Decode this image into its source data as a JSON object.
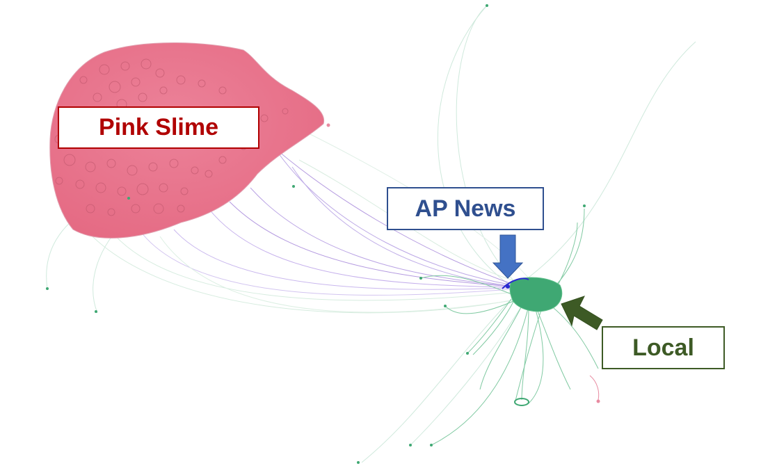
{
  "labels": {
    "pink_slime": "Pink Slime",
    "ap_news": "AP News",
    "local": "Local"
  },
  "colors": {
    "pink_slime_cluster": "#e8768c",
    "pink_slime_edge": "#f2b6c3",
    "pink_slime_label": "#b00000",
    "ap_news_node": "#2a2ad0",
    "ap_news_arrow": "#4472c4",
    "ap_news_label": "#2f4f8f",
    "local_cluster": "#3fa873",
    "local_edge": "#8fd0ad",
    "local_arrow": "#3d5a25",
    "local_label": "#3d5a25",
    "bridge_edge": "#b49ae0"
  },
  "icons": {
    "ap_news_pointer": "arrow-down-icon",
    "local_pointer": "arrow-up-left-icon"
  }
}
